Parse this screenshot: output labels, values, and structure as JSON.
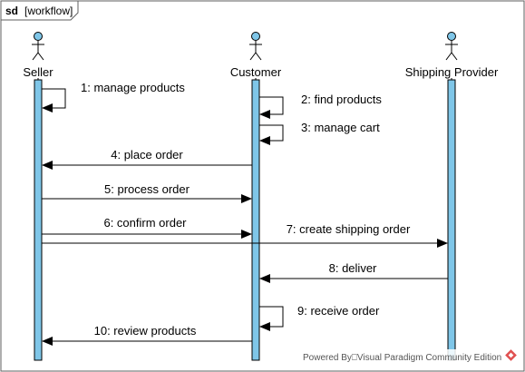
{
  "frame": {
    "keyword": "sd",
    "name": "[workflow]"
  },
  "lifelines": {
    "seller": "Seller",
    "customer": "Customer",
    "shipping": "Shipping Provider"
  },
  "messages": {
    "m1": "1: manage products",
    "m2": "2: find products",
    "m3": "3: manage cart",
    "m4": "4: place order",
    "m5": "5: process order",
    "m6": "6: confirm order",
    "m7": "7: create shipping order",
    "m8": "8: deliver",
    "m9": "9: receive order",
    "m10": "10: review products"
  },
  "watermark": "Powered By⎕Visual Paradigm Community Edition",
  "colors": {
    "actor_fill": "#7fc6e8",
    "activation_fill": "#7fc6e8",
    "line": "#000000",
    "frame_border": "#5f5f5f",
    "logo_red": "#e05050"
  }
}
